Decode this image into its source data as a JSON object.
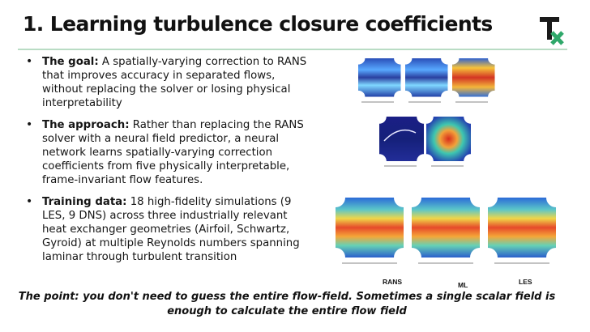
{
  "slide": {
    "title": "1. Learning turbulence closure coefficients",
    "logo_text": "Tx",
    "bullets": [
      {
        "lead": "The goal:",
        "text": " A spatially-varying correction to RANS that improves accuracy in separated flows, without replacing the solver or losing physical interpretability"
      },
      {
        "lead": "The approach:",
        "text": " Rather than replacing the RANS solver with a neural field predictor, a neural network learns spatially-varying correction coefficients from five physically interpretable, frame-invariant flow features."
      },
      {
        "lead": "Training data:",
        "text": " 18 high-fidelity simulations (9 LES, 9 DNS) across three industrially relevant heat exchanger geometries (Airfoil, Schwartz, Gyroid) at multiple Reynolds numbers spanning laminar through turbulent transition"
      }
    ],
    "figure_labels": {
      "rans": "RANS",
      "ml": "ML",
      "les": "LES"
    },
    "footer": "The point: you don't need to guess the entire flow-field. Sometimes a single scalar field is enough to calculate the entire flow field"
  },
  "colors": {
    "accent_rule": "#b9dcc4",
    "logo_dark": "#1a1a1a",
    "logo_green": "#2fa86a"
  },
  "icons": [
    "tx-logo-icon"
  ]
}
